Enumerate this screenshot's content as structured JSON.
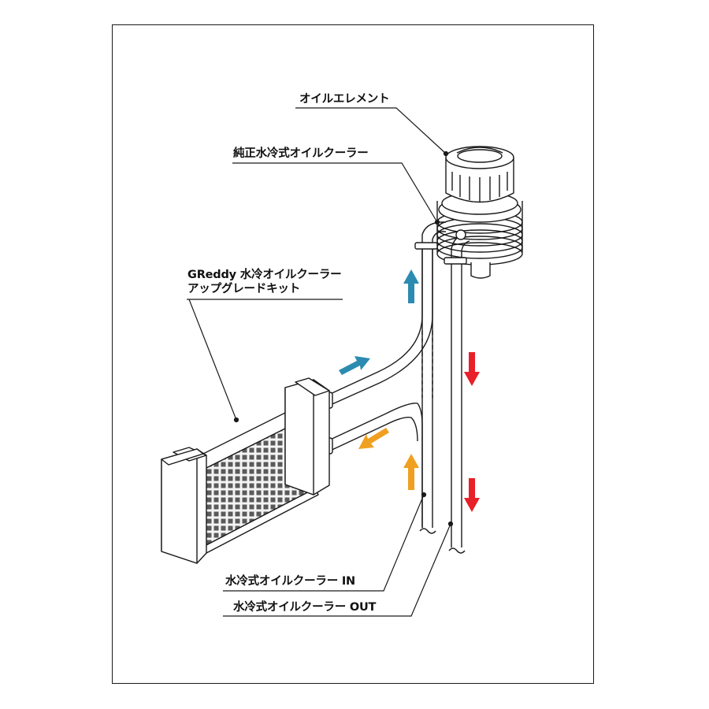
{
  "labels": {
    "oil_element": "オイルエレメント",
    "stock_cooler": "純正水冷式オイルクーラー",
    "kit_line1": "GReddy 水冷オイルクーラー",
    "kit_line2": "アップグレードキット",
    "cooler_in": "水冷式オイルクーラー IN",
    "cooler_out": "水冷式オイルクーラー OUT"
  },
  "arrows": [
    {
      "name": "up-arrow-blue-top",
      "direction": "up",
      "color": "#2b8bb0"
    },
    {
      "name": "diag-arrow-blue",
      "direction": "up-right",
      "color": "#2b8bb0"
    },
    {
      "name": "diag-arrow-orange",
      "direction": "down-left",
      "color": "#f0a020"
    },
    {
      "name": "up-arrow-orange",
      "direction": "up",
      "color": "#f0a020"
    },
    {
      "name": "down-arrow-red-top",
      "direction": "down",
      "color": "#e8202a"
    },
    {
      "name": "down-arrow-red-bottom",
      "direction": "down",
      "color": "#e8202a"
    }
  ],
  "colors": {
    "blue": "#2b8bb0",
    "orange": "#f0a020",
    "red": "#e8202a",
    "line": "#1a1a1a"
  }
}
